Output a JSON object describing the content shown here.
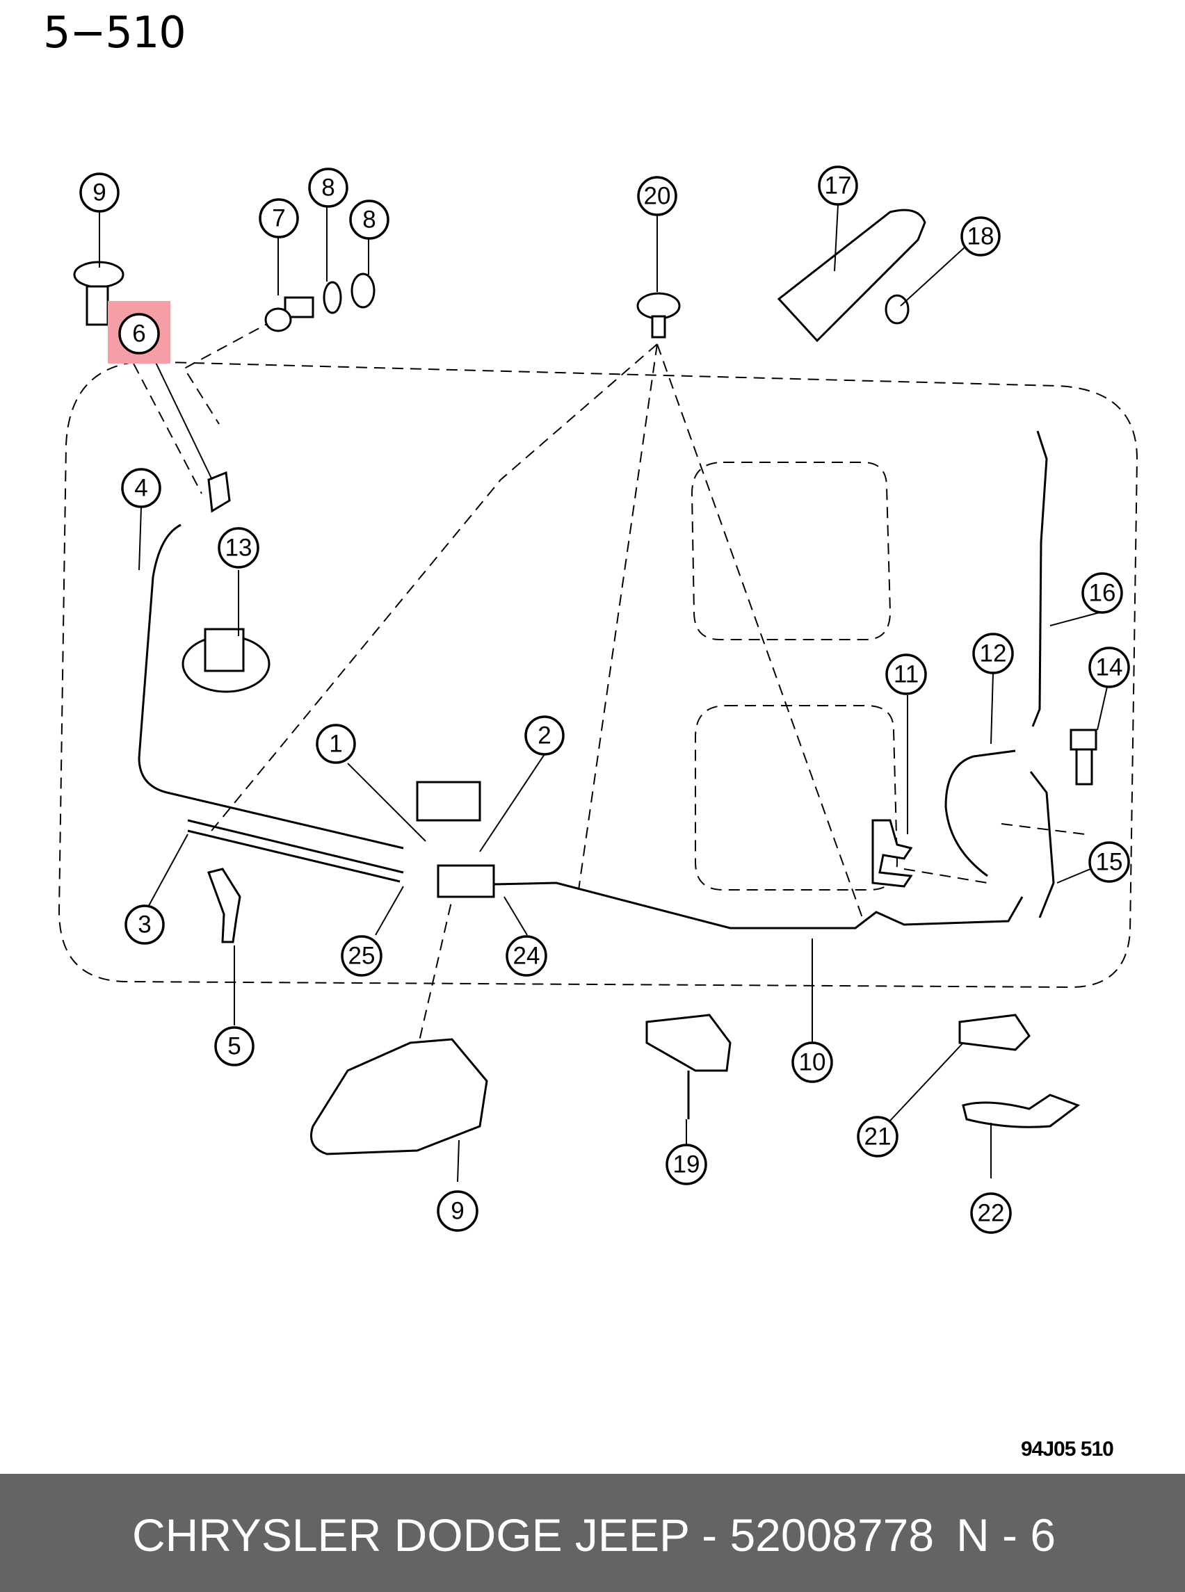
{
  "page_code": "5−510",
  "drawing_code": "94J05  510",
  "highlighted_callout": "6",
  "callouts": [
    "1",
    "2",
    "3",
    "4",
    "5",
    "6",
    "7",
    "8",
    "8",
    "9",
    "10",
    "11",
    "12",
    "13",
    "14",
    "15",
    "16",
    "17",
    "18",
    "19",
    "20",
    "21",
    "22",
    "23",
    "24",
    "25"
  ],
  "footer": {
    "brand": "CHRYSLER DODGE JEEP - 52008778",
    "position": "N - 6"
  },
  "colors": {
    "highlight": "#f5a0a6",
    "footer_bg": "#646464",
    "footer_text": "#ffffff"
  }
}
